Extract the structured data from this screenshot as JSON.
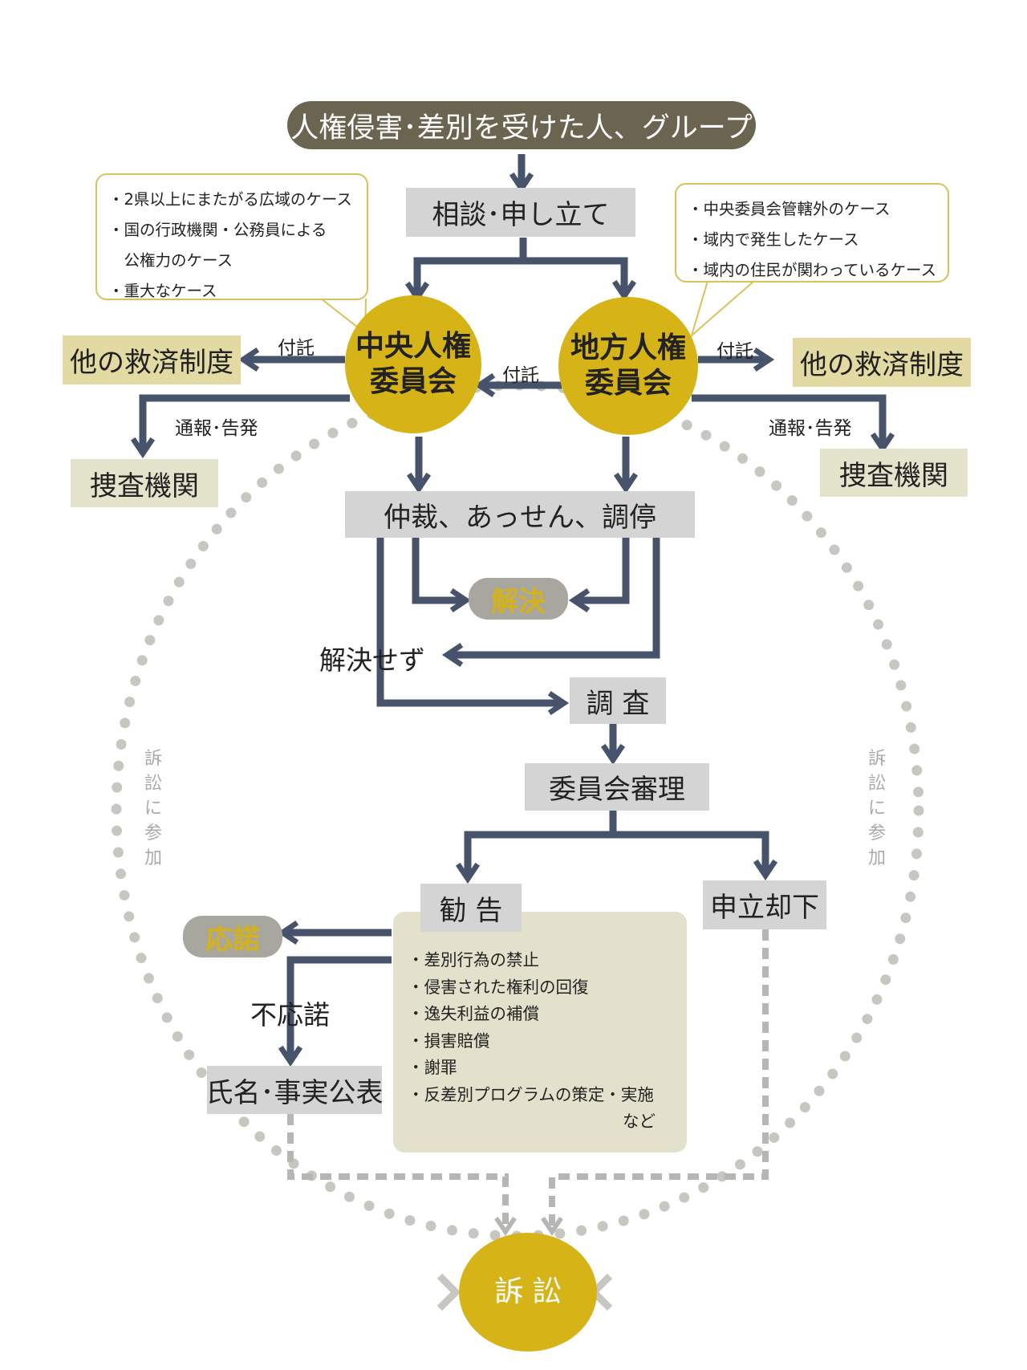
{
  "colors": {
    "arrow": "#46536b",
    "gold": "#d6b317",
    "callout_border": "#d8c25b",
    "dotted": "#c7c7c2",
    "dashed": "#b8b6b4",
    "gray_box": "#d4d4d4"
  },
  "top": {
    "label": "人権侵害･差別を受けた人、グループ"
  },
  "consult": {
    "label": "相談･申し立て"
  },
  "central": {
    "line1": "中央人権",
    "line2": "委員会"
  },
  "local": {
    "line1": "地方人権",
    "line2": "委員会"
  },
  "left_callout": [
    "・2県以上にまたがる広域のケース",
    "・国の行政機関・公務員による",
    "　公権力のケース",
    "・重大なケース"
  ],
  "right_callout": [
    "・中央委員会管轄外のケース",
    "・域内で発生したケース",
    "・域内の住民が関わっているケース"
  ],
  "other_relief_left": "他の救済制度",
  "other_relief_right": "他の救済制度",
  "refer_left": "付託",
  "refer_middle": "付託",
  "refer_right": "付託",
  "report_left": "通報･告発",
  "report_right": "通報･告発",
  "investigation_left": "捜査機関",
  "investigation_right": "捜査機関",
  "mediation": "仲裁、あっせん、調停",
  "resolved": "解決",
  "unresolved": "解決せず",
  "inquiry": "調 査",
  "deliberation": "委員会審理",
  "recommendation": "勧 告",
  "dismissal": "申立却下",
  "accept": "応諾",
  "non_accept": "不応諾",
  "publication": "氏名･事実公表",
  "remedies": [
    "・差別行為の禁止",
    "・侵害された権利の回復",
    "・逸失利益の補償",
    "・損害賠償",
    "・謝罪",
    "・反差別プログラムの策定・実施"
  ],
  "remedies_suffix": "など",
  "lawsuit": "訴 訟",
  "participate_left": "訴訟に参加",
  "participate_right": "訴訟に参加"
}
